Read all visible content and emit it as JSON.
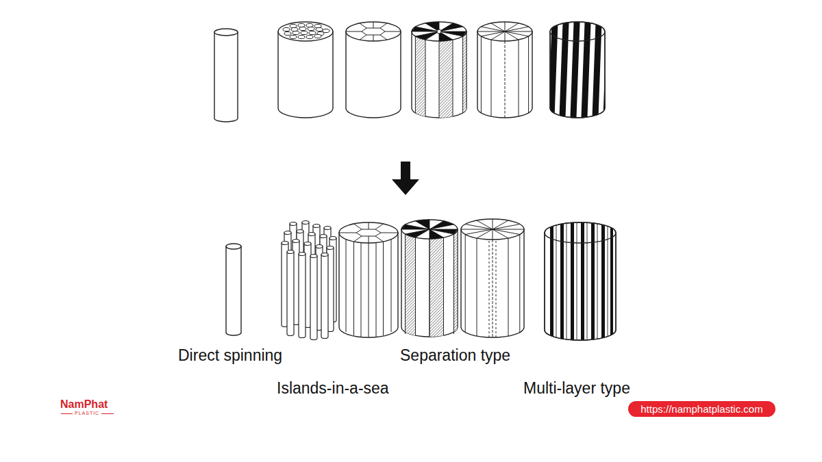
{
  "diagram": {
    "nodes": [
      {
        "text": [
          "https://namphatplastic.com"
        ]
      }
    ],
    "labels": [
      "Direct spinning",
      "Separation type",
      "Islands-in-a-sea",
      "Multi-layer type",
      "NamPhat",
      "PLASTIC"
    ]
  }
}
